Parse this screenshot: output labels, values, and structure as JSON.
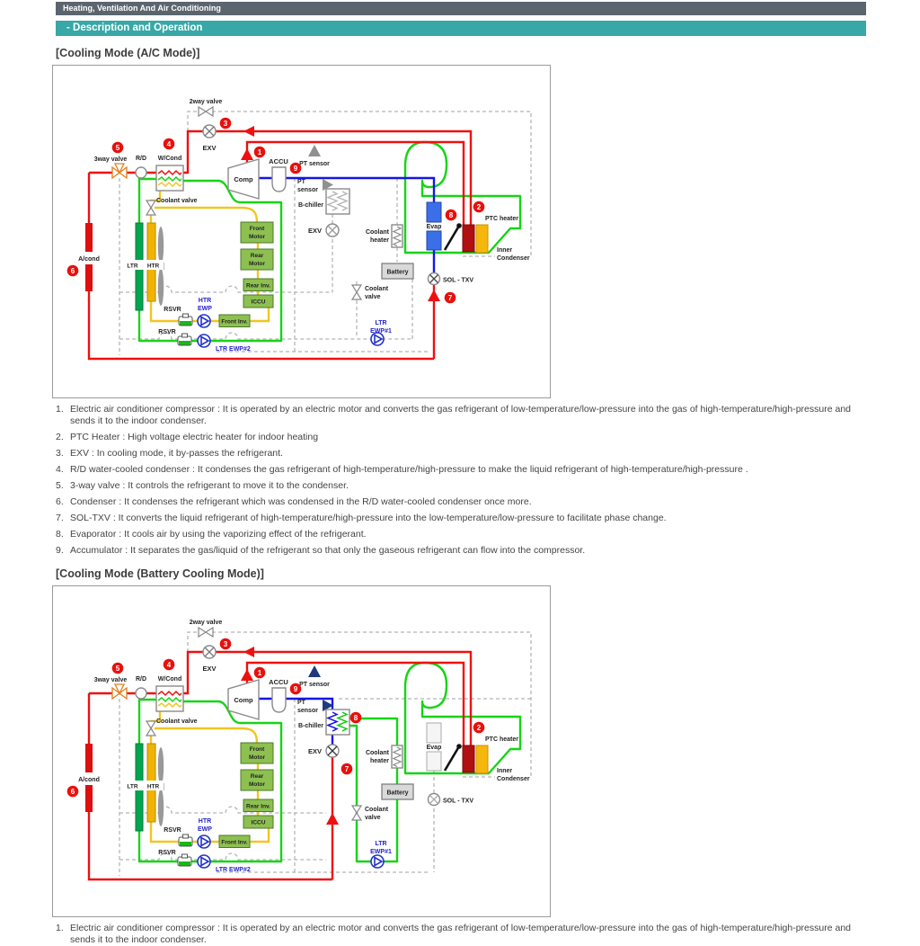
{
  "page": {
    "header_bar": "Heating, Ventilation And Air Conditioning",
    "sub_bar": "- Description and Operation",
    "section1_title": "[Cooling Mode (A/C Mode)]",
    "section2_title": "[Cooling Mode (Battery Cooling Mode)]"
  },
  "colors": {
    "header_bar_bg": "#5b656e",
    "sub_bar_bg": "#38a7a7",
    "pipe_red": "#ee1010",
    "pipe_blue": "#1616e8",
    "pipe_green": "#16d416",
    "pipe_yellow": "#f2c520",
    "badge_red": "#e8100c"
  },
  "diagram_labels": {
    "two_way_valve": "2way valve",
    "exv": "EXV",
    "three_way_valve": "3way valve",
    "rd": "R/D",
    "wcond": "W/Cond",
    "coolant_valve": "Coolant valve",
    "comp": "Comp",
    "accu": "ACCU",
    "pt_sensor": "PT sensor",
    "pt": "PT",
    "sensor": "sensor",
    "b_chiller": "B-chiller",
    "coolant": "Coolant",
    "heater": "heater",
    "valve": "valve",
    "battery": "Battery",
    "ltr": "LTR",
    "htr": "HTR",
    "ewp": "EWP",
    "ewp1": "EWP#1",
    "ltr_ewp2": "LTR EWP#2",
    "rsvr": "RSVR",
    "acond": "A/cond",
    "front": "Front",
    "rear": "Rear",
    "motor": "Motor",
    "rear_inv": "Rear Inv.",
    "iccu": "ICCU",
    "front_inv": "Front Inv.",
    "evap": "Evap",
    "ptc_heater": "PTC heater",
    "inner": "Inner",
    "condenser": "Condenser",
    "sol_txv": "SOL - TXV",
    "badges": [
      "1",
      "2",
      "3",
      "4",
      "5",
      "6",
      "7",
      "8",
      "9"
    ]
  },
  "list1": {
    "items": [
      {
        "n": "1.",
        "t": "Electric air conditioner compressor : It is operated by an electric motor and converts the gas refrigerant of low-temperature/low-pressure into the gas of high-temperature/high-pressure and sends it to the indoor condenser."
      },
      {
        "n": "2.",
        "t": "PTC Heater : High voltage electric heater for indoor heating"
      },
      {
        "n": "3.",
        "t": "EXV : In cooling mode, it by-passes the refrigerant."
      },
      {
        "n": "4.",
        "t": "R/D water-cooled condenser : It condenses the gas refrigerant of high-temperature/high-pressure to make the liquid refrigerant of high-temperature/high-pressure ."
      },
      {
        "n": "5.",
        "t": "3-way valve : It controls the refrigerant to move it to the condenser."
      },
      {
        "n": "6.",
        "t": "Condenser : It condenses the refrigerant which was condensed in the R/D water-cooled condenser once more."
      },
      {
        "n": "7.",
        "t": "SOL-TXV : It converts the liquid refrigerant of high-temperature/high-pressure into the low-temperature/low-pressure to facilitate phase change."
      },
      {
        "n": "8.",
        "t": "Evaporator : It cools air by using the vaporizing effect of the refrigerant."
      },
      {
        "n": "9.",
        "t": "Accumulator : It separates the gas/liquid of the refrigerant so that only the gaseous refrigerant can flow into the compressor."
      }
    ]
  },
  "list2": {
    "items": [
      {
        "n": "1.",
        "t": "Electric air conditioner compressor : It is operated by an electric motor and converts the gas refrigerant of low-temperature/low-pressure into the gas of high-temperature/high-pressure and sends it to the indoor condenser."
      }
    ]
  }
}
